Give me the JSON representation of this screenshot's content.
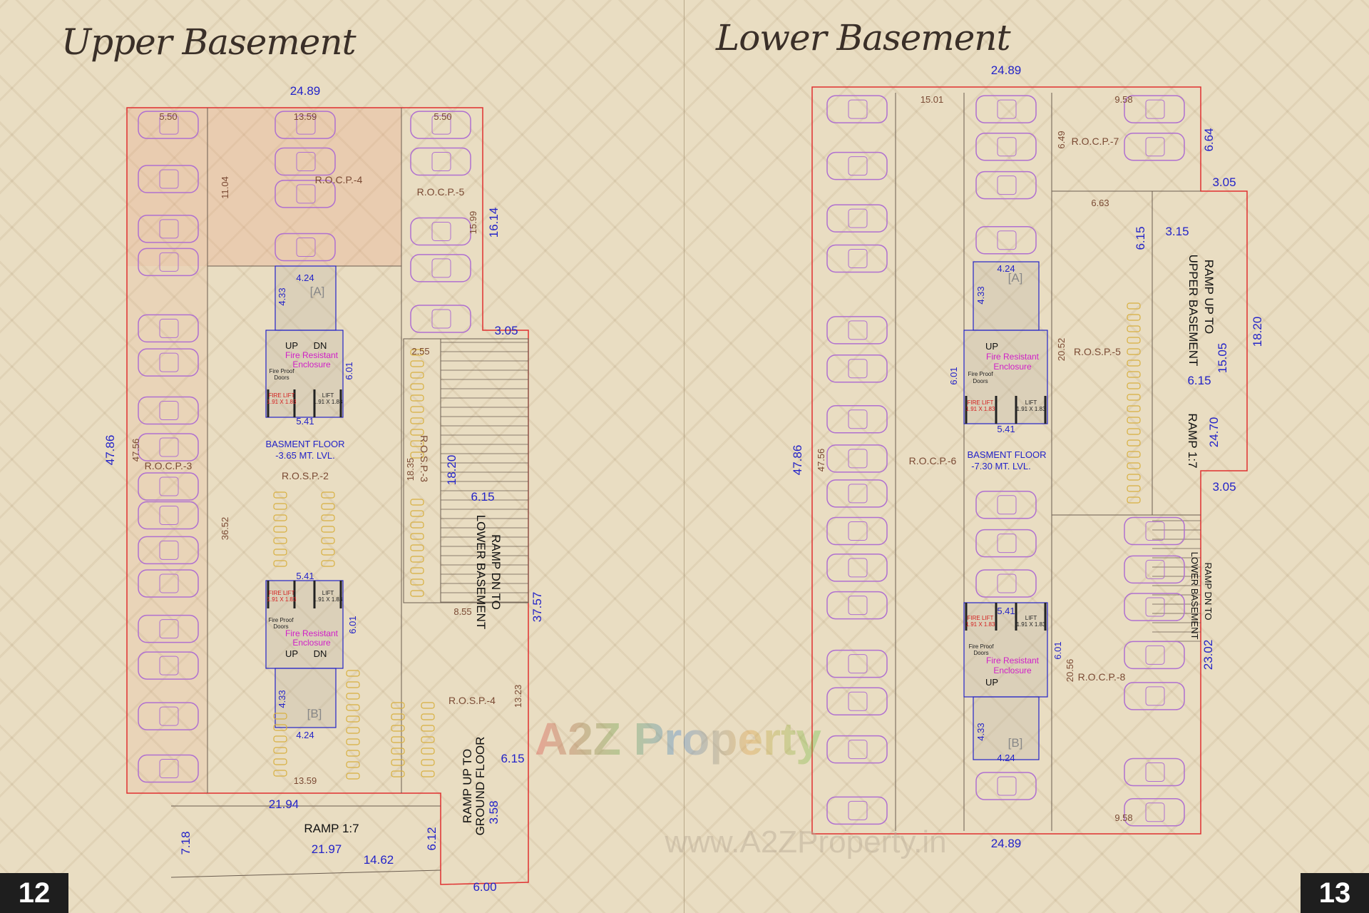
{
  "upper": {
    "title": "Upper Basement",
    "page_number": "12",
    "dims": [
      "24.89",
      "5.50",
      "13.59",
      "5.50",
      "11.04",
      "15.99",
      "16.14",
      "3.05",
      "2.55",
      "47.86",
      "47.56",
      "36.52",
      "18.35",
      "18.20",
      "6.15",
      "37.57",
      "8.55",
      "13.23",
      "6.15",
      "3.58",
      "13.59",
      "21.94",
      "7.18",
      "21.97",
      "6.12",
      "14.62",
      "6.00"
    ],
    "zones": [
      "R.O.C.P.-4",
      "R.O.C.P.-5",
      "R.O.C.P.-3",
      "R.O.S.P.-2",
      "R.O.S.P.-3",
      "R.O.S.P.-4"
    ],
    "floor_level": [
      "BASMENT FLOOR",
      "-3.65 MT. LVL."
    ],
    "ramps": [
      "RAMP DN TO",
      "LOWER BASEMENT",
      "RAMP UP TO",
      "GROUND FLOOR",
      "RAMP 1:7"
    ],
    "core_a": {
      "tag": "[A]",
      "width": "4.24",
      "depth": "4.33",
      "up": "UP",
      "dn": "DN",
      "enclosure": [
        "Fire Resistant",
        "Enclosure"
      ],
      "doors": [
        "Fire Proof",
        "Doors"
      ],
      "height": "6.01",
      "fire_lift": "FIRE LIFT",
      "fire_lift_size": "1.91 X 1.83",
      "lift": "LIFT",
      "lift_size": "1.91 X 1.83",
      "core_width": "5.41"
    },
    "core_b": {
      "tag": "[B]",
      "width": "4.24",
      "depth": "4.33",
      "up": "UP",
      "dn": "DN",
      "enclosure": [
        "Fire Resistant",
        "Enclosure"
      ],
      "doors": [
        "Fire Proof",
        "Doors"
      ],
      "height": "6.01",
      "fire_lift": "FIRE LIFT",
      "fire_lift_size": "1.91 X 1.83",
      "lift": "LIFT",
      "lift_size": "1.91 X 1.83",
      "core_width": "5.41"
    }
  },
  "lower": {
    "title": "Lower Basement",
    "page_number": "13",
    "dims": [
      "24.89",
      "15.01",
      "9.58",
      "6.49",
      "6.64",
      "3.05",
      "6.63",
      "6.15",
      "3.15",
      "20.52",
      "15.05",
      "18.20",
      "6.15",
      "47.86",
      "47.56",
      "24.70",
      "3.05",
      "23.02",
      "20.56",
      "9.58",
      "24.89"
    ],
    "zones": [
      "R.O.C.P.-7",
      "R.O.S.P.-5",
      "R.O.C.P.-6",
      "R.O.C.P.-8"
    ],
    "floor_level": [
      "BASMENT FLOOR",
      "-7.30 MT. LVL."
    ],
    "ramps": [
      "RAMP UP TO",
      "UPPER BASEMENT",
      "RAMP 1:7",
      "RAMP DN TO",
      "LOWER BASEMENT"
    ],
    "core_a": {
      "tag": "[A]",
      "width": "4.24",
      "depth": "4.33",
      "up": "UP",
      "enclosure": [
        "Fire Resistant",
        "Enclosure"
      ],
      "doors": [
        "Fire Proof",
        "Doors"
      ],
      "height": "6.01",
      "fire_lift": "FIRE LIFT",
      "fire_lift_size": "1.91 X 1.83",
      "lift": "LIFT",
      "lift_size": "1.91 X 1.83",
      "core_width": "5.41"
    },
    "core_b": {
      "tag": "[B]",
      "width": "4.24",
      "depth": "4.33",
      "up": "UP",
      "enclosure": [
        "Fire Resistant",
        "Enclosure"
      ],
      "doors": [
        "Fire Proof",
        "Doors"
      ],
      "height": "6.01",
      "fire_lift": "FIRE LIFT",
      "fire_lift_size": "1.91 X 1.83",
      "lift": "LIFT",
      "lift_size": "1.91 X 1.83",
      "core_width": "5.41"
    }
  },
  "watermark": {
    "logo": "A2Z Property",
    "url": "www.A2ZProperty.in"
  },
  "colors": {
    "boundary": "#e03030",
    "dimension": "#2323c8",
    "car": "#b070d0",
    "bike": "#d8b040",
    "enclosure_text": "#d020c8",
    "page_number_bg": "#1e1e1e"
  }
}
